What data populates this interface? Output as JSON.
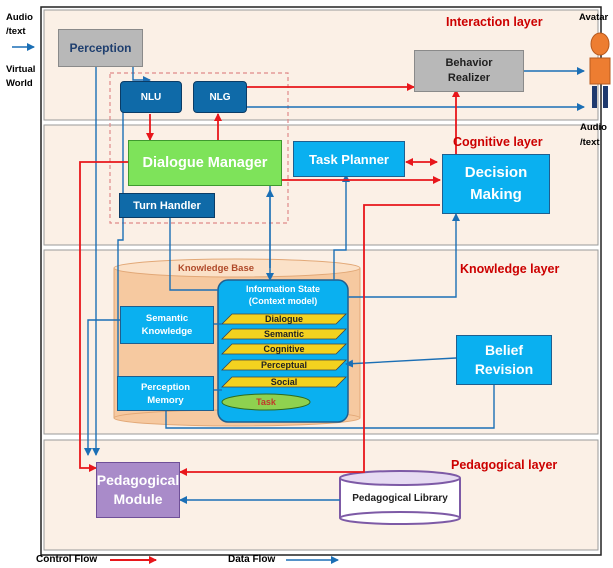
{
  "left_inputs": {
    "audio": "Audio",
    "text": "/text",
    "virtual": "Virtual",
    "world": "World"
  },
  "layers": {
    "interaction": "Interaction layer",
    "cognitive": "Cognitive layer",
    "knowledge": "Knowledge layer",
    "pedagogical": "Pedagogical layer"
  },
  "boxes": {
    "perception": "Perception",
    "nlu": "NLU",
    "nlg": "NLG",
    "behavior_realizer_line1": "Behavior",
    "behavior_realizer_line2": "Realizer",
    "dialogue_manager": "Dialogue Manager",
    "task_planner": "Task Planner",
    "decision_making_line1": "Decision",
    "decision_making_line2": "Making",
    "turn_handler": "Turn Handler",
    "knowledge_base": "Knowledge Base",
    "information_state_line1": "Information State",
    "information_state_line2": "(Context model)",
    "semantic_knowledge_line1": "Semantic",
    "semantic_knowledge_line2": "Knowledge",
    "perception_memory_line1": "Perception",
    "perception_memory_line2": "Memory",
    "belief_revision_line1": "Belief",
    "belief_revision_line2": "Revision",
    "pedagogical_module_line1": "Pedagogical",
    "pedagogical_module_line2": "Module",
    "pedagogical_library": "Pedagogical Library"
  },
  "info_state_items": [
    "Dialogue",
    "Semantic",
    "Cognitive",
    "Perceptual",
    "Social",
    "Task"
  ],
  "avatar": {
    "title": "Avatar",
    "audio": "Audio",
    "text": "/text"
  },
  "legend": {
    "control_flow": "Control Flow",
    "data_flow": "Data Flow"
  },
  "colors": {
    "control_flow": "#e8161b",
    "data_flow": "#1b6fb5",
    "layer_label": "#cc0000",
    "box_blue": "#0ab0f0",
    "box_navy": "#0f6aa8",
    "dialogue_manager": "#7ee35a",
    "pedagogical_module": "#a98bc9",
    "knowledge_base": "#f6c9a0",
    "info_item": "#f3d21f",
    "task_item": "#8fd14f",
    "avatar_orange": "#ed7d31",
    "avatar_navy": "#1f3a6e"
  }
}
